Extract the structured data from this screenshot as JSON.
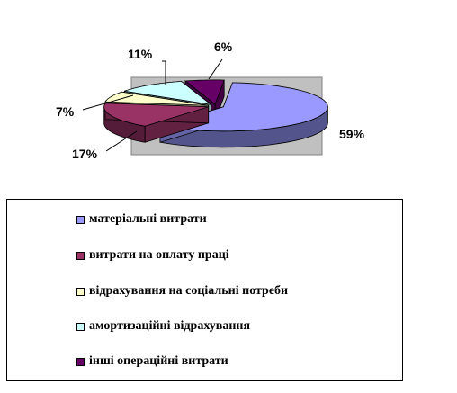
{
  "chart_data": {
    "type": "pie",
    "categories": [
      "матеріальні витрати",
      "витрати на оплату праці",
      "відрахування на соціальні потреби",
      "амортизаційні відрахування",
      "інші операційні витрати"
    ],
    "values": [
      59,
      17,
      7,
      11,
      6
    ],
    "labels": [
      "59%",
      "17%",
      "7%",
      "11%",
      "6%"
    ],
    "colors": [
      "#9999ff",
      "#993366",
      "#ffffcc",
      "#ccffff",
      "#660066"
    ],
    "legend_position": "bottom",
    "plot_area_color": "#c0c0c0",
    "three_d": true
  }
}
